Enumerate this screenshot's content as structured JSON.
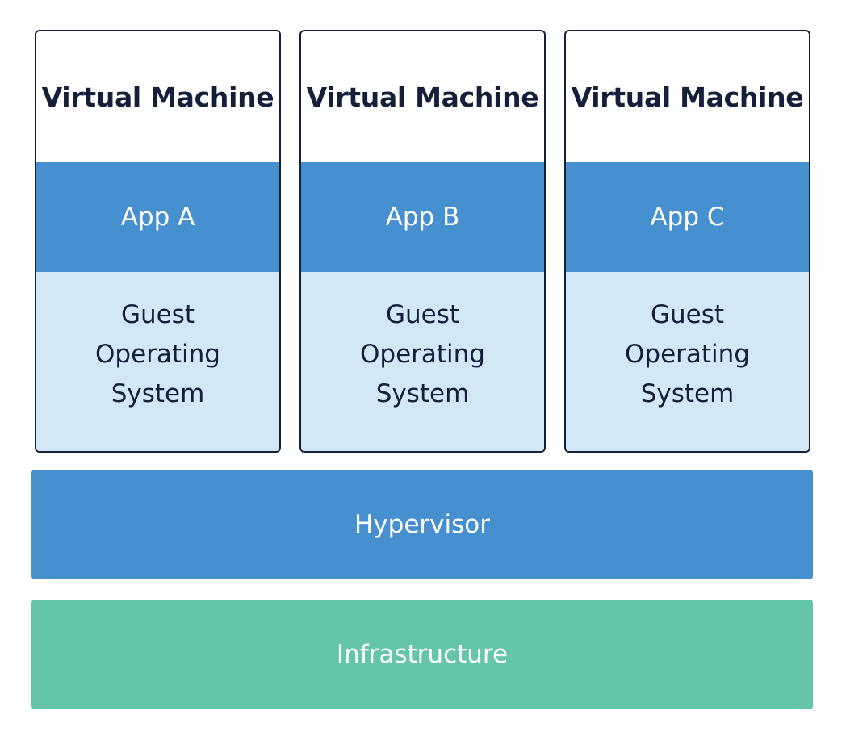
{
  "virtual_machines": [
    {
      "title": "Virtual Machine",
      "app": "App A",
      "os_lines": [
        "Guest",
        "Operating",
        "System"
      ]
    },
    {
      "title": "Virtual Machine",
      "app": "App B",
      "os_lines": [
        "Guest",
        "Operating",
        "System"
      ]
    },
    {
      "title": "Virtual Machine",
      "app": "App C",
      "os_lines": [
        "Guest",
        "Operating",
        "System"
      ]
    }
  ],
  "hypervisor": {
    "label": "Hypervisor"
  },
  "infrastructure": {
    "label": "Infrastructure"
  },
  "colors": {
    "border": "#14203a",
    "text_dark": "#14203a",
    "app_blue": "#4690cf",
    "os_light_blue": "#d3e8f7",
    "hypervisor_blue": "#4690cf",
    "infrastructure_green": "#64c5a9"
  }
}
